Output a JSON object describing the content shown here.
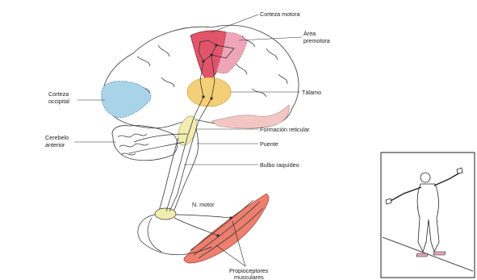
{
  "labels": {
    "motor_cortex": "Corteza motora",
    "premotor_area_line1": "Área",
    "premotor_area_line2": "premotora",
    "occipital_cortex_line1": "Corteza",
    "occipital_cortex_line2": "occipital",
    "thalamus": "Tálamo",
    "anterior_cerebellum_line1": "Cerebelo",
    "anterior_cerebellum_line2": "anterior",
    "reticular_formation": "Formación reticular",
    "pons": "Puente",
    "medulla": "Bulbo raquídeo",
    "motor_nerve": "N. motor",
    "proprioceptors_line1": "Propioceptores",
    "proprioceptors_line2": "musculares"
  },
  "colors": {
    "motor_cortex": "#e0556a",
    "premotor_area": "#eea5b8",
    "occipital_cortex": "#a9d3e8",
    "thalamus": "#f3cf78",
    "temporal_lobe": "#f2c7c3",
    "reticular_formation": "#f1ecb0",
    "muscle": "#ec7f6d",
    "outline": "#3a3a3a"
  }
}
